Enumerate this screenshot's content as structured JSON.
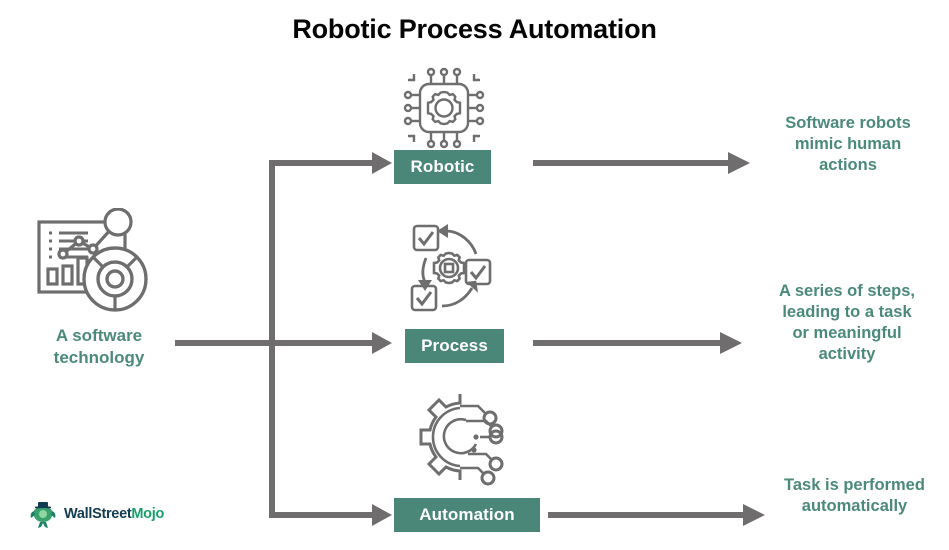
{
  "title": "Robotic Process Automation",
  "colors": {
    "accent_teal": "#4a8779",
    "text_teal": "#4b8a7b",
    "icon_gray": "#6e6e6e",
    "arrow_gray": "#6f6d6d",
    "title_black": "#050505",
    "brand_navy": "#123c50",
    "brand_green": "#18a06a"
  },
  "source": {
    "icon_name": "analytics-dashboard-icon",
    "label": "A software\ntechnology"
  },
  "stages": [
    {
      "id": "robotic",
      "icon_name": "microchip-gear-icon",
      "label": "Robotic",
      "description": "Software robots\nmimic human\nactions"
    },
    {
      "id": "process",
      "icon_name": "process-cycle-gear-icon",
      "label": "Process",
      "description": "A series of steps,\nleading to a task\nor meaningful\nactivity"
    },
    {
      "id": "automation",
      "icon_name": "automation-gear-circuit-icon",
      "label": "Automation",
      "description": "Task is performed\nautomatically"
    }
  ],
  "brand": {
    "logo_icon_name": "wallstreetmojo-bull-icon",
    "name_part_1": "WallStreet",
    "name_part_2": "Mojo"
  }
}
